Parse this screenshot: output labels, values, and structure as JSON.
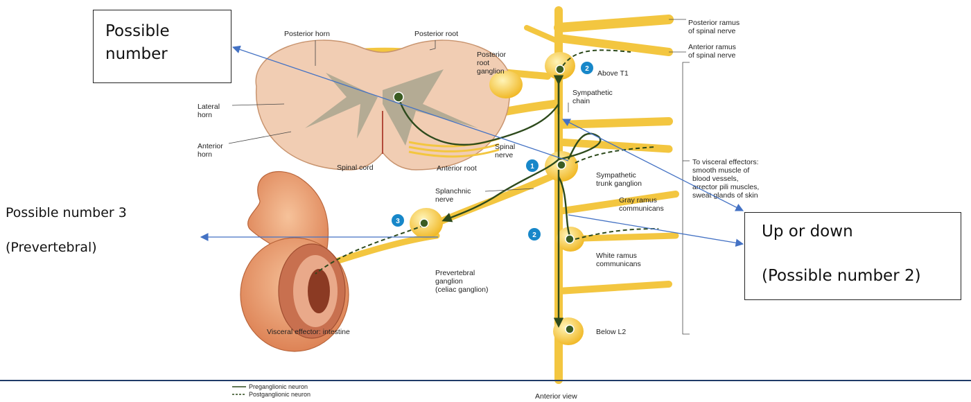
{
  "diagram": {
    "labels": {
      "posterior_horn": "Posterior horn",
      "posterior_root": "Posterior root",
      "posterior_root_ganglion": [
        "Posterior",
        "root",
        "ganglion"
      ],
      "lateral_horn": [
        "Lateral",
        "horn"
      ],
      "anterior_horn": [
        "Anterior",
        "horn"
      ],
      "spinal_cord": "Spinal cord",
      "anterior_root": "Anterior root",
      "spinal_nerve": [
        "Spinal",
        "nerve"
      ],
      "posterior_ramus": [
        "Posterior ramus",
        "of spinal nerve"
      ],
      "anterior_ramus": [
        "Anterior ramus",
        "of spinal nerve"
      ],
      "above_t1": "Above T1",
      "sympathetic_chain": [
        "Sympathetic",
        "chain"
      ],
      "sympathetic_trunk_ganglion": [
        "Sympathetic",
        "trunk ganglion"
      ],
      "splanchnic_nerve": [
        "Splanchnic",
        "nerve"
      ],
      "gray_ramus": [
        "Gray ramus",
        "communicans"
      ],
      "white_ramus": [
        "White ramus",
        "communicans"
      ],
      "prevertebral_ganglion": [
        "Prevertebral",
        "ganglion",
        "(celiac ganglion)"
      ],
      "visceral_effectors": [
        "To visceral effectors:",
        "smooth muscle of",
        "blood vessels,",
        "arrector pili muscles,",
        "sweat glands of skin"
      ],
      "visceral_effector_intestine": "Visceral effector: intestine",
      "below_l2": "Below L2",
      "anterior_view": "Anterior view"
    },
    "badges": {
      "b1": "1",
      "b2_top": "2",
      "b2_mid": "2",
      "b3": "3"
    },
    "legend": {
      "pre": "Preganglionic neuron",
      "post": "Postganglionic neuron"
    }
  },
  "annotations": {
    "top_box": {
      "line1": "Possible",
      "line2": "number"
    },
    "left_note": {
      "line1": "Possible number 3",
      "line2": "(Prevertebral)"
    },
    "right_box": {
      "line1": "Up or down",
      "line2": "(Possible number 2)"
    }
  },
  "colors": {
    "nerve": "#f3c640",
    "ganglion": "#f5c23d",
    "neuron": "#2d4a1c",
    "badge": "#1787c9",
    "arrow": "#4472c4",
    "cord": "#f1cdb3",
    "gray_matter": "#a9a58e",
    "intestine": "#e79c6e"
  }
}
